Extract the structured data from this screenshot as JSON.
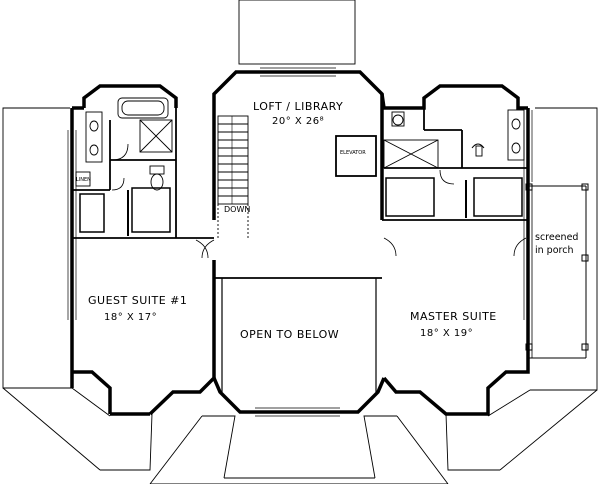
{
  "rooms": {
    "loft_library": {
      "name": "LOFT / LIBRARY",
      "dims": "20° X 26⁸"
    },
    "guest_suite": {
      "name": "GUEST SUITE #1",
      "dims": "18° X 17°"
    },
    "master_suite": {
      "name": "MASTER SUITE",
      "dims": "18° X 19°"
    },
    "open_to_below": {
      "name": "OPEN TO BELOW"
    },
    "elevator": {
      "name": "ELEVATOR"
    },
    "linen": {
      "name": "LINEN"
    }
  },
  "annotations": {
    "stair_down": "DOWN",
    "porch_line1": "screened",
    "porch_line2": "in porch"
  }
}
